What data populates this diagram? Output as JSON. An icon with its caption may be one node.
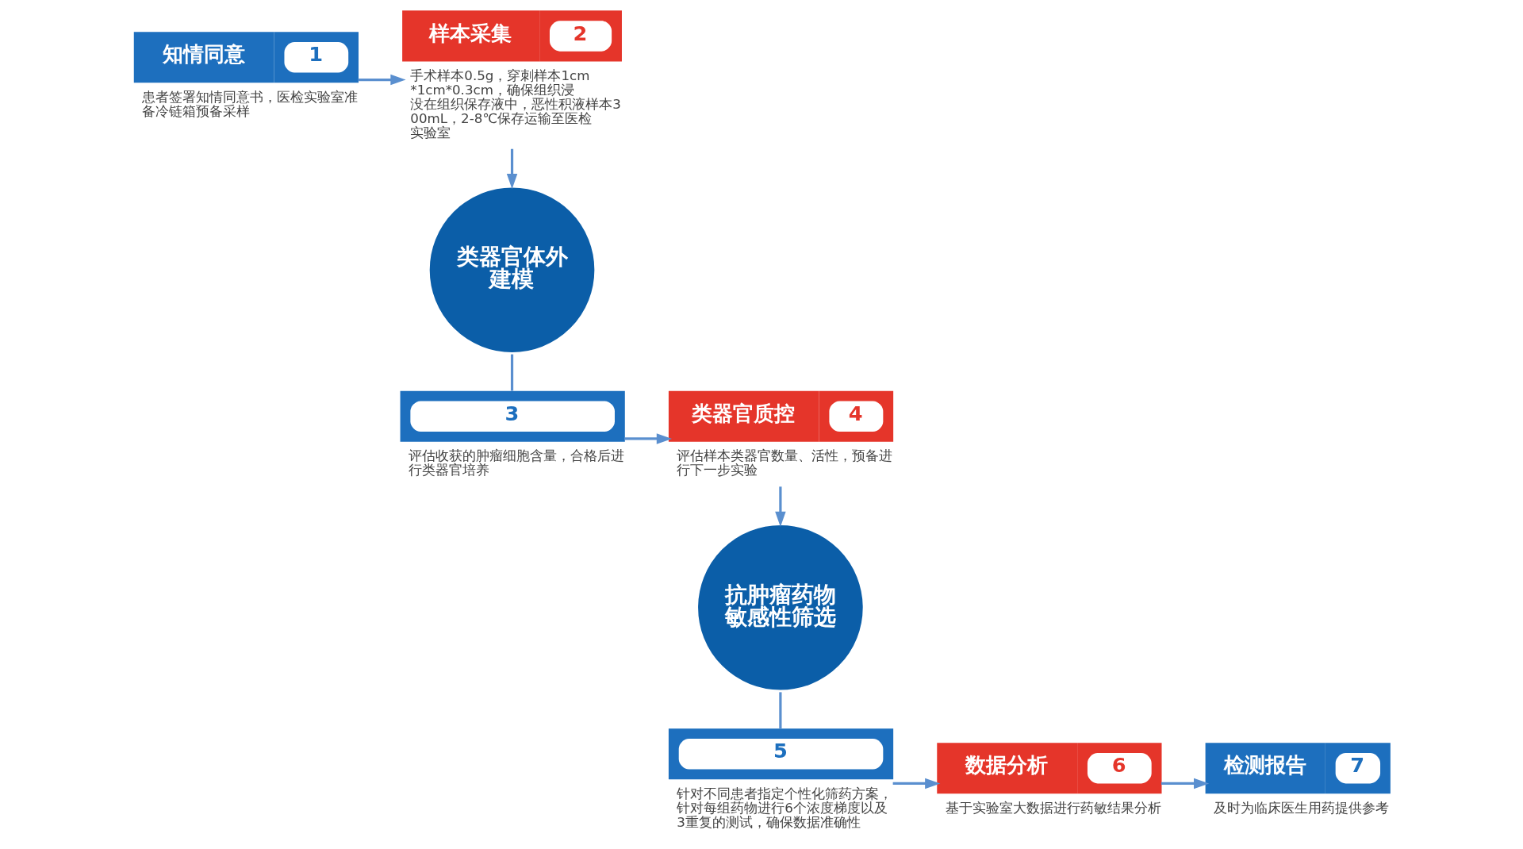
{
  "diagram": {
    "nodes": [
      {
        "text": [
          "知情同意",
          "1"
        ],
        "beside": [
          "患者签署知情同意书，医检实验室准备冷链箱预备采样"
        ]
      },
      {
        "text": [
          "样本采集",
          "2"
        ],
        "beside": [
          "手术样本0.5g，穿刺样本1cm*1cm*0.3cm，确保组织浸没在组织保存液中，恶性积液样本300mL，2-8℃保存运输至医检实验室"
        ]
      },
      {
        "text": [
          "类器官体外建模"
        ]
      },
      {
        "text": [
          "3"
        ],
        "beside": [
          "评估收获的肿瘤细胞含量，合格后进行类器官培养"
        ]
      },
      {
        "text": [
          "类器官质控",
          "4"
        ],
        "beside": [
          "评估样本类器官数量、活性，预备进行下一步实验"
        ]
      },
      {
        "text": [
          "抗肿瘤药物敏感性筛选"
        ]
      },
      {
        "text": [
          "5"
        ],
        "beside": [
          "针对不同患者指定个性化筛药方案，针对每组药物进行6个浓度梯度以及3重复的测试，确保数据准确性"
        ]
      },
      {
        "text": [
          "数据分析",
          "6"
        ],
        "beside": [
          "基于实验室大数据进行药敏结果分析"
        ]
      },
      {
        "text": [
          "检测报告",
          "7"
        ],
        "beside": [
          "及时为临床医生用药提供参考"
        ]
      }
    ],
    "edges": [
      {
        "from": 0,
        "to": 1,
        "arrow": "to"
      },
      {
        "from": 1,
        "to": 2,
        "arrow": "to"
      },
      {
        "from": 2,
        "to": 3,
        "arrow": "none"
      },
      {
        "from": 3,
        "to": 4,
        "arrow": "to"
      },
      {
        "from": 4,
        "to": 5,
        "arrow": "to"
      },
      {
        "from": 5,
        "to": 6,
        "arrow": "none"
      },
      {
        "from": 6,
        "to": 7,
        "arrow": "to"
      },
      {
        "from": 7,
        "to": 8,
        "arrow": "to"
      }
    ]
  }
}
